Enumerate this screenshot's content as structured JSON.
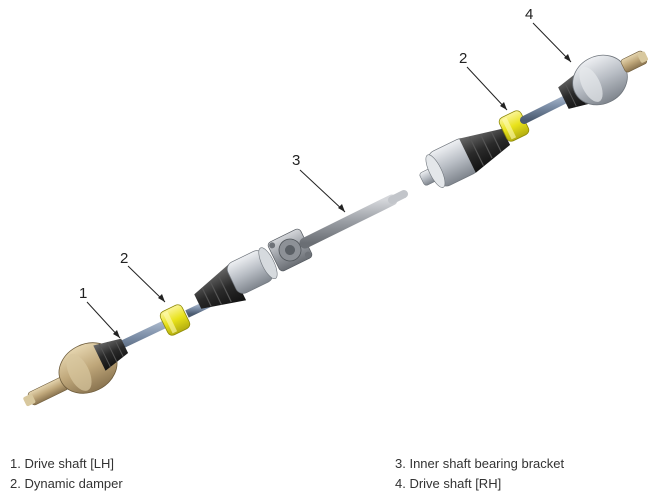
{
  "callouts": {
    "c1": "1",
    "c2a": "2",
    "c2b": "2",
    "c3": "3",
    "c4": "4"
  },
  "legend": {
    "left": [
      "1. Drive shaft [LH]",
      "2. Dynamic damper"
    ],
    "right": [
      "3. Inner shaft bearing bracket",
      "4. Drive shaft [RH]"
    ]
  },
  "colors": {
    "damper": "#e8e21a",
    "boot": "#2a2a2a",
    "hub": "#c9b48a",
    "shaft": "#7d8fa8",
    "steel": "#c8ccd2"
  }
}
